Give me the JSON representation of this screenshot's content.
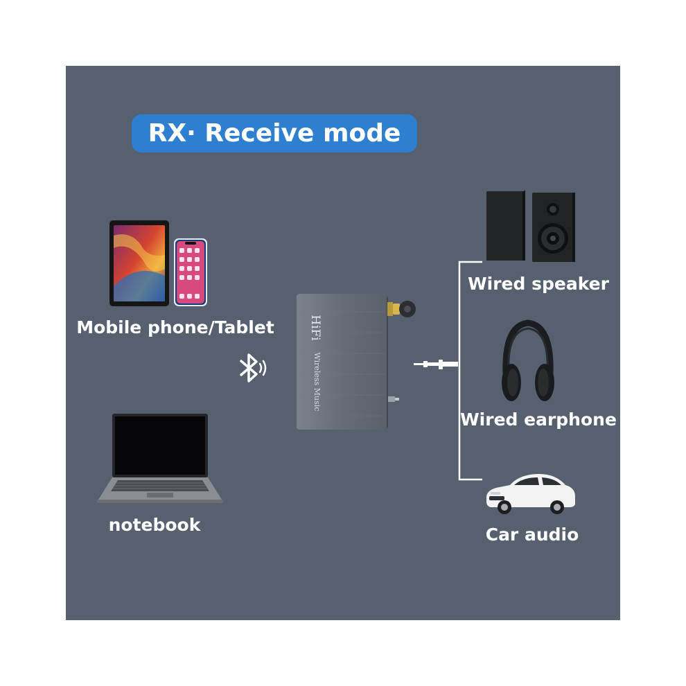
{
  "title": "RX· Receive mode",
  "sources": {
    "mobile_label": "Mobile phone/Tablet",
    "notebook_label": "notebook"
  },
  "device": {
    "brand": "HiFi",
    "subtitle": "Wireless Music"
  },
  "outputs": {
    "speaker_label": "Wired speaker",
    "earphone_label": "Wired earphone",
    "car_label": "Car audio"
  },
  "icons": [
    "tablet-icon",
    "phone-icon",
    "laptop-icon",
    "bluetooth-icon",
    "speaker-icon",
    "headphones-icon",
    "car-icon",
    "audio-jack-icon"
  ],
  "colors": {
    "background": "#56606e",
    "title_pill": "#2f7fd0",
    "text": "#ffffff",
    "device_body": "#6c737d"
  }
}
